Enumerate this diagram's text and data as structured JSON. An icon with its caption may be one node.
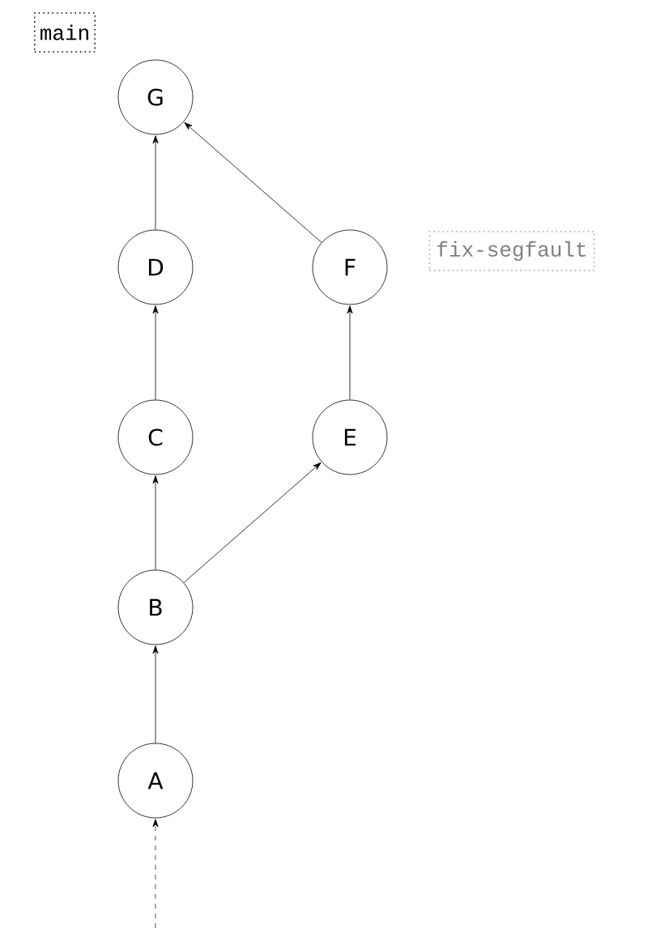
{
  "diagram": {
    "nodes": [
      {
        "text": [
          "main"
        ]
      },
      {
        "text": [
          "G"
        ]
      },
      {
        "text": [
          "D"
        ]
      },
      {
        "text": [
          "F"
        ]
      },
      {
        "text": [
          "fix-segfault"
        ]
      },
      {
        "text": [
          "C"
        ]
      },
      {
        "text": [
          "E"
        ]
      },
      {
        "text": [
          "B"
        ]
      },
      {
        "text": [
          "A"
        ]
      }
    ],
    "edges": [
      {
        "from": null,
        "to": 8,
        "arrow": "to",
        "style": "dashed"
      },
      {
        "from": 8,
        "to": 7,
        "arrow": "to"
      },
      {
        "from": 7,
        "to": 5,
        "arrow": "to"
      },
      {
        "from": 5,
        "to": 2,
        "arrow": "to"
      },
      {
        "from": 2,
        "to": 1,
        "arrow": "to"
      },
      {
        "from": 7,
        "to": 6,
        "arrow": "to"
      },
      {
        "from": 6,
        "to": 3,
        "arrow": "to"
      },
      {
        "from": 3,
        "to": 1,
        "arrow": "to"
      }
    ]
  }
}
